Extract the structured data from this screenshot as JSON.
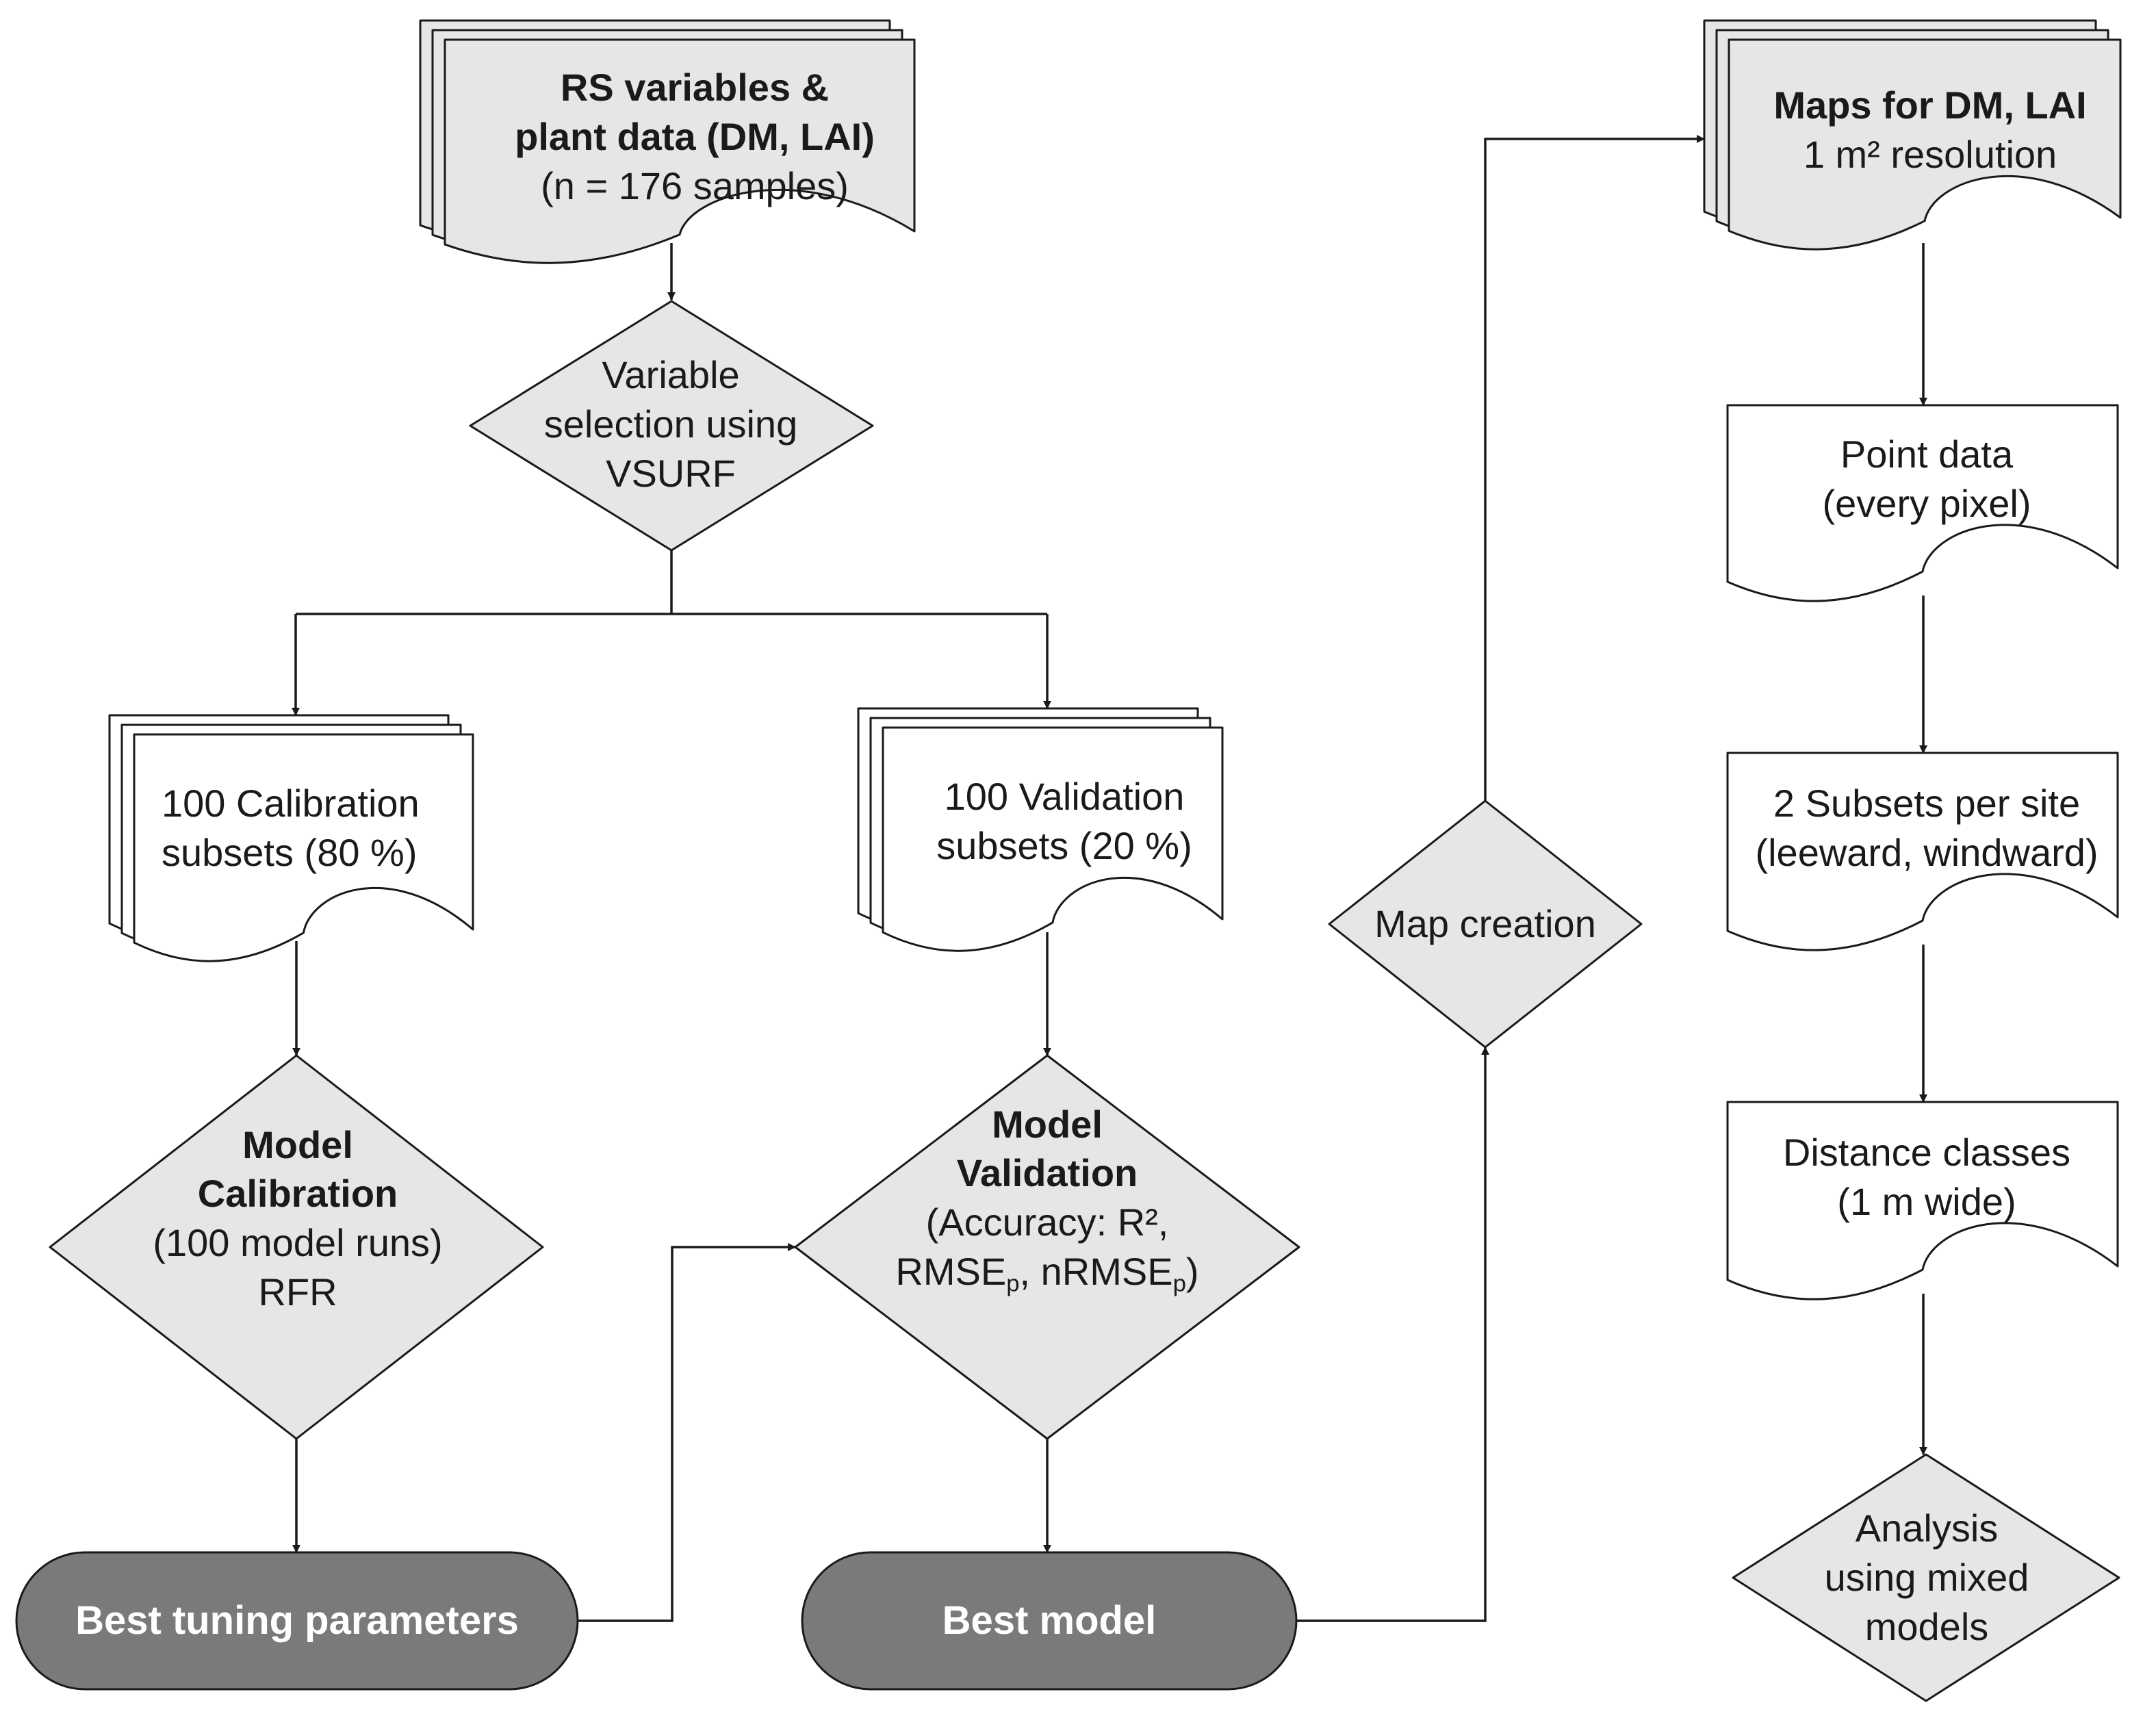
{
  "colors": {
    "stroke": "#1a1a1a",
    "light_fill": "#e6e6e6",
    "white_fill": "#ffffff",
    "terminal_fill": "#7a7a7a",
    "terminal_text": "#ffffff"
  },
  "nodes": {
    "rs_data": {
      "shape": "multi-document",
      "title_line1": "RS variables &",
      "title_line2": "plant data (DM, LAI)",
      "detail": "(n = 176 samples)"
    },
    "vsurf": {
      "shape": "decision",
      "line1": "Variable",
      "line2": "selection using",
      "line3": "VSURF"
    },
    "calibration_subsets": {
      "shape": "multi-document",
      "line1": "100 Calibration",
      "line2": "subsets (80 %)"
    },
    "validation_subsets": {
      "shape": "multi-document",
      "line1": "100 Validation",
      "line2": "subsets (20 %)"
    },
    "model_calibration": {
      "shape": "decision",
      "title_line1": "Model",
      "title_line2": "Calibration",
      "line3": "(100 model runs)",
      "line4": "RFR"
    },
    "model_validation": {
      "shape": "decision",
      "title_line1": "Model",
      "title_line2": "Validation",
      "line3": "(Accuracy: R²,",
      "line4_a": "RMSE",
      "line4_sub": "p",
      "line4_b": ", nRMSE",
      "line4_sub2": "p",
      "line4_c": ")"
    },
    "best_tuning": {
      "shape": "terminal",
      "label": "Best tuning parameters"
    },
    "best_model": {
      "shape": "terminal",
      "label": "Best model"
    },
    "map_creation": {
      "shape": "decision",
      "label": "Map creation"
    },
    "maps": {
      "shape": "multi-document",
      "title": "Maps for DM, LAI",
      "detail": "1 m² resolution"
    },
    "point_data": {
      "shape": "document",
      "line1": "Point data",
      "line2": "(every pixel)"
    },
    "subsets_site": {
      "shape": "document",
      "line1": "2 Subsets per site",
      "line2": "(leeward, windward)"
    },
    "distance_classes": {
      "shape": "document",
      "line1": "Distance classes",
      "line2": "(1 m wide)"
    },
    "analysis": {
      "shape": "decision",
      "line1": "Analysis",
      "line2": "using mixed",
      "line3": "models"
    }
  },
  "edges": [
    {
      "from": "rs_data",
      "to": "vsurf"
    },
    {
      "from": "vsurf",
      "to": "calibration_subsets"
    },
    {
      "from": "vsurf",
      "to": "validation_subsets"
    },
    {
      "from": "calibration_subsets",
      "to": "model_calibration"
    },
    {
      "from": "validation_subsets",
      "to": "model_validation"
    },
    {
      "from": "model_calibration",
      "to": "best_tuning"
    },
    {
      "from": "best_tuning",
      "to": "model_validation"
    },
    {
      "from": "model_validation",
      "to": "best_model"
    },
    {
      "from": "best_model",
      "to": "map_creation"
    },
    {
      "from": "map_creation",
      "to": "maps"
    },
    {
      "from": "maps",
      "to": "point_data"
    },
    {
      "from": "point_data",
      "to": "subsets_site"
    },
    {
      "from": "subsets_site",
      "to": "distance_classes"
    },
    {
      "from": "distance_classes",
      "to": "analysis"
    }
  ]
}
